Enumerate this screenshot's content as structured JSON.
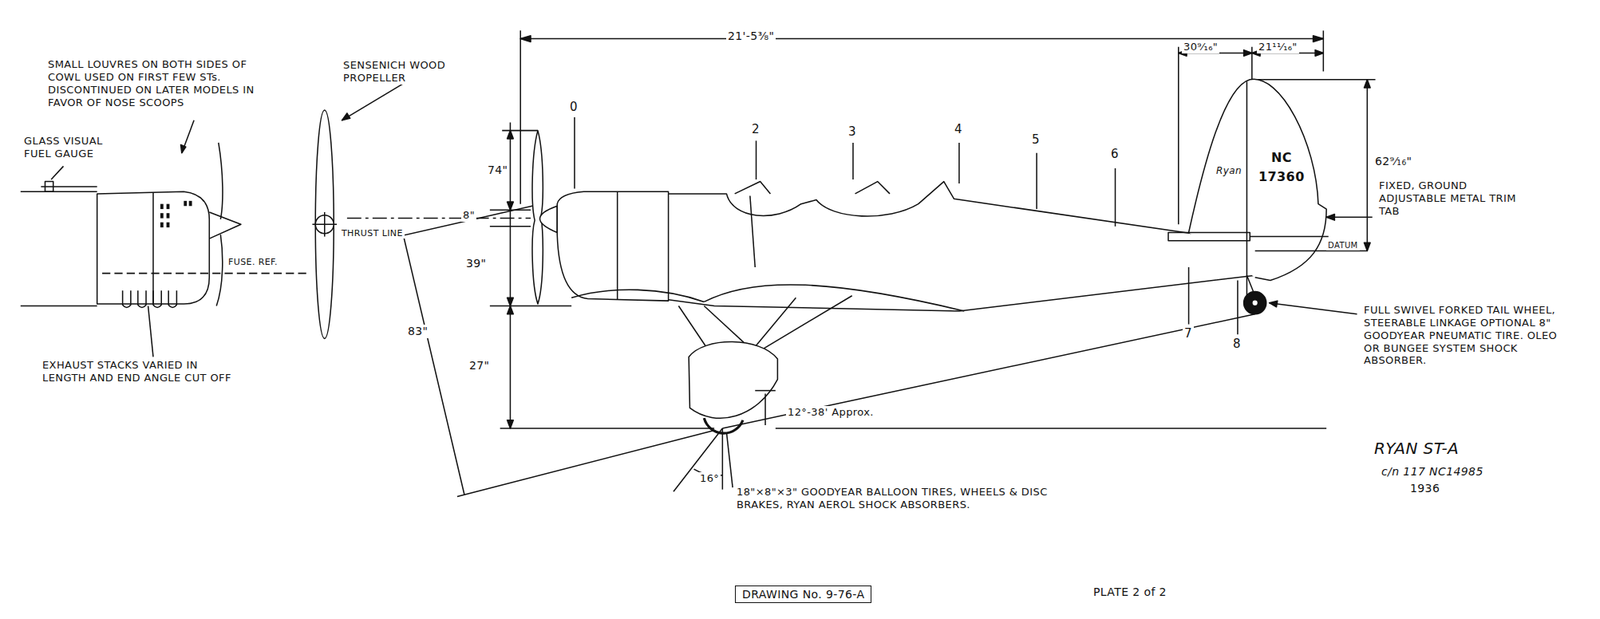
{
  "diagram": {
    "nodes": [
      {
        "text": [
          "DRAWING No. 9-76-A"
        ]
      }
    ],
    "labels": [
      "SMALL LOUVRES ON BOTH SIDES OF COWL USED ON FIRST FEW STs. DISCONTINUED ON LATER MODELS IN FAVOR OF NOSE SCOOPS",
      "GLASS VISUAL FUEL GAUGE",
      "SENSENICH WOOD PROPELLER",
      "THRUST LINE",
      "FUSE. REF.",
      "EXHAUST STACKS VARIED IN LENGTH AND END ANGLE CUT OFF",
      "21'-5⅜\"",
      "30⁹⁄₁₆\"",
      "21¹¹⁄₁₆\"",
      "62⁹⁄₁₆\"",
      "74\"",
      "8\"",
      "39\"",
      "27\"",
      "83\"",
      "12°-38' Approx.",
      "16°",
      "0",
      "2",
      "3",
      "4",
      "5",
      "6",
      "7",
      "8",
      "Ryan",
      "NC",
      "17360",
      "DATUM",
      "FIXED, GROUND ADJUSTABLE METAL TRIM TAB",
      "FULL SWIVEL FORKED TAIL WHEEL, STEERABLE LINKAGE OPTIONAL 8\" GOODYEAR PNEUMATIC TIRE. OLEO OR BUNGEE SYSTEM SHOCK ABSORBER.",
      "18\"×8\"×3\" GOODYEAR BALLOON TIRES, WHEELS & DISC BRAKES, RYAN AEROL SHOCK ABSORBERS.",
      "RYAN ST-A",
      "c/n 117 NC14985",
      "1936",
      "PLATE 2 of 2"
    ]
  }
}
